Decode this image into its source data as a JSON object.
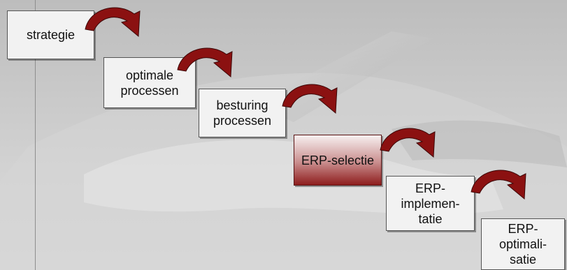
{
  "diagram": {
    "steps": [
      {
        "label": "strategie"
      },
      {
        "label": "optimale\nprocessen"
      },
      {
        "label": "besturing\nprocessen"
      },
      {
        "label": "ERP-selectie",
        "highlighted": true
      },
      {
        "label": "ERP-\nimplemen-\ntatie"
      },
      {
        "label": "ERP-\noptimali-\nsatie"
      }
    ],
    "colors": {
      "box_fill": "#f2f2f2",
      "box_border": "#555555",
      "highlight_top": "#f7f0f0",
      "highlight_bottom": "#8e1d1d",
      "arrow": "#8b1111"
    }
  }
}
